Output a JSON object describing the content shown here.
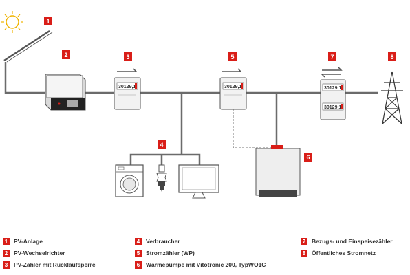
{
  "colors": {
    "accent": "#d91e18",
    "line": "#666666",
    "device": "#f2f2f2",
    "outline": "#555555"
  },
  "badges": [
    "1",
    "2",
    "3",
    "4",
    "5",
    "6",
    "7",
    "8"
  ],
  "meter_reading": "30129,",
  "meter_reading_dec": "1",
  "legend": [
    {
      "num": "1",
      "label": "PV-Anlage"
    },
    {
      "num": "2",
      "label": "PV-Wechselrichter"
    },
    {
      "num": "3",
      "label": "PV-Zähler mit Rücklaufsperre"
    },
    {
      "num": "4",
      "label": "Verbraucher"
    },
    {
      "num": "5",
      "label": "Stromzähler (WP)"
    },
    {
      "num": "6",
      "label": "Wärmepumpe mit Vitotronic 200, TypWO1C"
    },
    {
      "num": "7",
      "label": "Bezugs- und Einspeisezähler"
    },
    {
      "num": "8",
      "label": "Öffentliches Stromnetz"
    }
  ]
}
